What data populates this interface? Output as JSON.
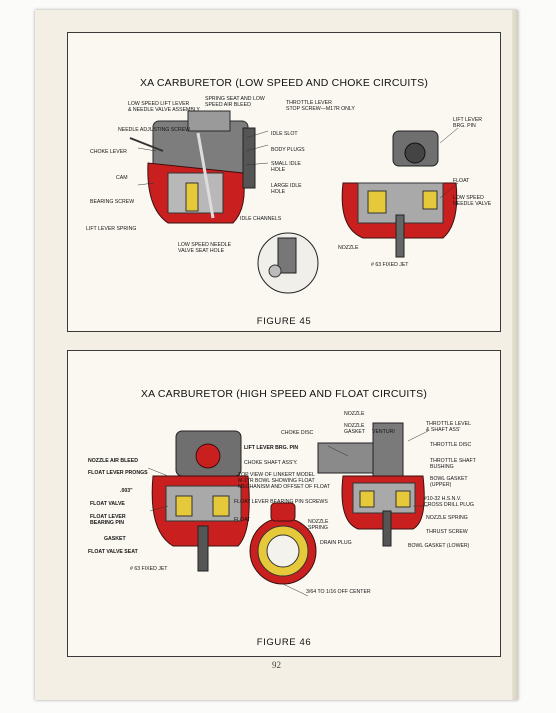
{
  "page_number": "92",
  "figure_45": {
    "title": "XA CARBURETOR (LOW SPEED AND CHOKE CIRCUITS)",
    "caption": "FIGURE 45",
    "labels": [
      "LOW SPEED LIFT LEVER\n& NEEDLE VALVE ASSEMBLY",
      "SPRING SEAT AND LOW\nSPEED AIR BLEED",
      "THROTTLE LEVER\nSTOP SCREW—M17R ONLY",
      "NEEDLE ADJUSTING SCREW",
      "IDLE SLOT",
      "CHOKE LEVER",
      "BODY PLUGS",
      "SMALL IDLE\nHOLE",
      "CAM",
      "LARGE IDLE\nHOLE",
      "BEARING SCREW",
      "IDLE CHANNELS",
      "LIFT LEVER SPRING",
      "LOW SPEED NEEDLE\nVALVE SEAT HOLE",
      "LIFT LEVER\nBRG. PIN",
      "FLOAT",
      "LOW SPEED\nNEEDLE VALVE",
      "NOZZLE",
      "# 63 FIXED JET"
    ]
  },
  "figure_46": {
    "title": "XA CARBURETOR (HIGH SPEED AND FLOAT CIRCUITS)",
    "caption": "FIGURE 46",
    "labels": [
      "NOZZLE",
      "NOZZLE\nGASKET",
      "VENTURI",
      "THROTTLE LEVEL\n& SHAFT ASS'",
      "CHOKE DISC",
      "THROTTLE DISC",
      "LIFT LEVER BRG. PIN",
      "NOZZLE AIR BLEED",
      "CHOKE SHAFT ASS'Y.",
      "THROTTLE SHAFT\nBUSHING",
      "FLOAT LEVER PRONGS",
      "TOP VIEW OF LINKERT MODEL\nM-17R BOWL SHOWING FLOAT\nMECHANISM AND OFFSET OF FLOAT",
      "BOWL GASKET\n(UPPER)",
      ".003\"",
      "FLOAT VALVE",
      "FLOAT LEVER BEARING PIN SCREWS",
      "#10-32 H.S.N.V.\nCROSS DRILL PLUG",
      "FLOAT LEVER\nBEARING PIN",
      "FLOAT",
      "NOZZLE SPRING",
      "GASKET",
      "NOZZLE\nSPRING",
      "THRUST SCREW",
      "FLOAT VALVE SEAT",
      "DRAIN PLUG",
      "BOWL GASKET (LOWER)",
      "# 63 FIXED JET",
      "3/64 TO 1/16 OFF CENTER"
    ]
  }
}
